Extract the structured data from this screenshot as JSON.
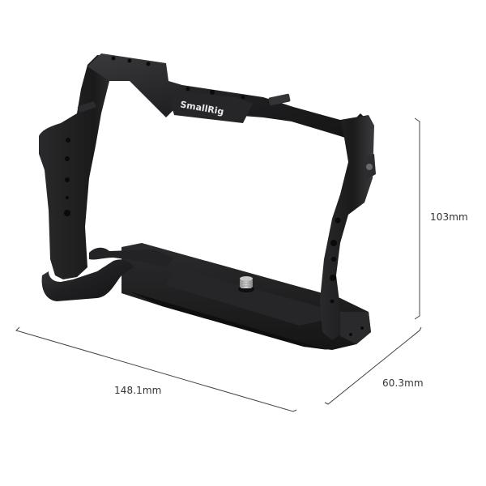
{
  "product": {
    "brand_logo_text": "SmallRig",
    "description": "camera cage with bottom plate and 1/4\" screw",
    "colors": {
      "body_dark": "#1c1c1e",
      "body_mid": "#2e2e31",
      "body_highlight": "#5a5a5e",
      "screw": "#b5b5b5",
      "logo_text": "#e8e8e8",
      "background": "#ffffff",
      "dimension_line": "#444444",
      "dimension_text": "#333333"
    }
  },
  "dimensions": {
    "height": {
      "label": "103mm",
      "value_mm": 103
    },
    "width": {
      "label": "148.1mm",
      "value_mm": 148.1
    },
    "depth": {
      "label": "60.3mm",
      "value_mm": 60.3
    }
  }
}
